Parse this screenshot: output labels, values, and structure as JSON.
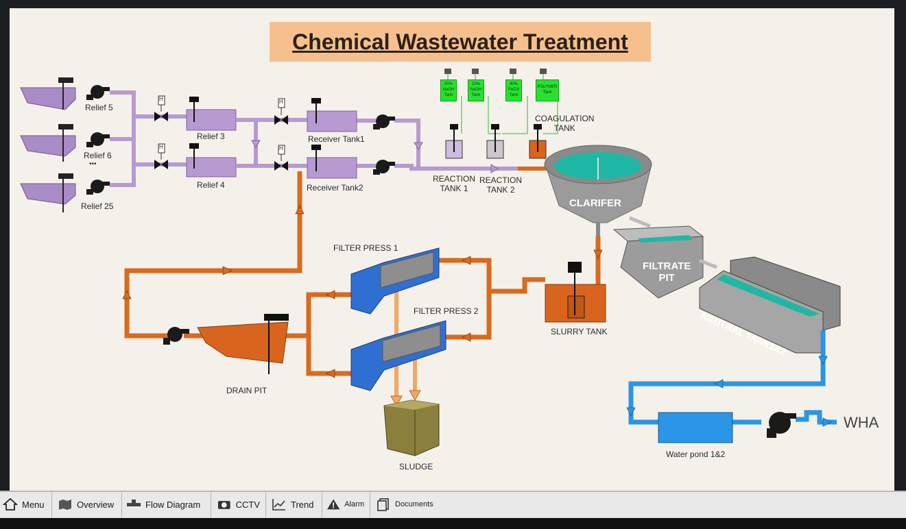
{
  "title": "Chemical Wastewater Treatment",
  "labels": {
    "relief5": "Relief 5",
    "relief6": "Relief 6",
    "dots": "•••",
    "relief25": "Relief 25",
    "relief3": "Relief 3",
    "relief4": "Relief 4",
    "receiver1": "Receiver Tank1",
    "receiver2": "Receiver Tank2",
    "reaction1": "REACTION\nTANK 1",
    "reaction2": "REACTION\nTANK 2",
    "coagulation": "COAGULATION\nTANK",
    "clarifier": "CLARIFER",
    "filtrate": "FILTRATE\nPIT",
    "neutral": "NAUTRAL TANK1&2",
    "filter1": "FILTER PRESS 1",
    "filter2": "FILTER PRESS 2",
    "slurry": "SLURRY TANK",
    "drain": "DRAIN PIT",
    "sludge": "SLUDGE",
    "waterpond": "Water pond 1&2",
    "wha": "WHA",
    "valve_h": "H"
  },
  "chemicals": [
    {
      "line1": "50%",
      "line2": "NaOH",
      "line3": "Tank"
    },
    {
      "line1": "10%",
      "line2": "NaOH",
      "line3": "Tank"
    },
    {
      "line1": "40%",
      "line2": "FeCl3",
      "line3": "Tank"
    },
    {
      "line1": "POLYMER",
      "line2": "Tank",
      "line3": ""
    }
  ],
  "nav": [
    {
      "label": "Menu",
      "icon": "home-icon"
    },
    {
      "label": "Overview",
      "icon": "map-icon"
    },
    {
      "label": "Flow Diagram",
      "icon": "pipe-icon"
    },
    {
      "label": "CCTV",
      "icon": "camera-icon"
    },
    {
      "label": "Trend",
      "icon": "chart-icon"
    },
    {
      "label": "Alarm",
      "icon": "warning-icon"
    },
    {
      "label": "Documents",
      "icon": "documents-icon"
    }
  ],
  "colors": {
    "purple_pipe": "#b79ad2",
    "orange_pipe": "#d96a1e",
    "blue_pipe": "#2b95e6",
    "green_tank": "#27e12e",
    "title_bg": "#f6c08e"
  }
}
